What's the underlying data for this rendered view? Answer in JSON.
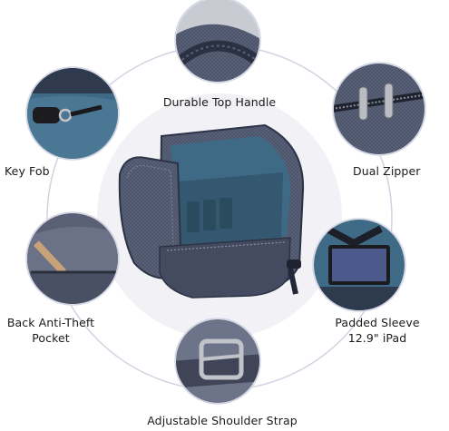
{
  "labels": {
    "top_handle": "Durable Top Handle",
    "key_fob": "Key Fob",
    "dual_zipper": "Dual Zipper",
    "back_pocket_line1": "Back Anti-Theft",
    "back_pocket_line2": "Pocket",
    "sleeve_line1": "Padded Sleeve",
    "sleeve_line2": "12.9\" iPad",
    "shoulder_strap": "Adjustable Shoulder Strap"
  },
  "colors": {
    "ring": "#d2d3e2",
    "center_fill": "#f1f1f6",
    "fabric": "#4a5268",
    "fabric_dark": "#2d3346",
    "lining": "#3e6a86"
  }
}
